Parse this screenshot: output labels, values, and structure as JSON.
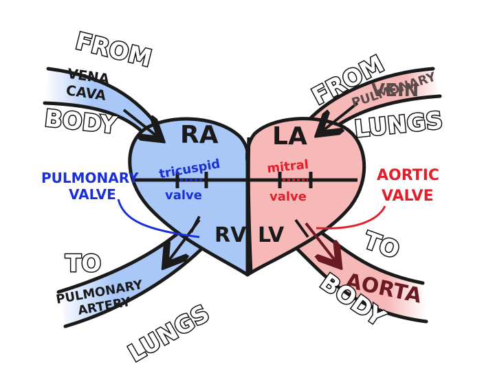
{
  "colors": {
    "right_side": "#a9c8f7",
    "left_side": "#f7b8b8",
    "outline": "#1a1a1a",
    "blue_ink": "#1a2fd6",
    "red_ink": "#e01f2a",
    "dark_arrow": "#2a2a2a",
    "aorta_arrow": "#6b1a22"
  },
  "labels": {
    "from_body_top": "FROM",
    "vena_cava_1": "VENA",
    "vena_cava_2": "CAVA",
    "from_body_bottom": "BODY",
    "from_lungs_top": "FROM",
    "pulmonary_vein_1": "PULMONARY",
    "pulmonary_vein_2": "VEIN",
    "from_lungs_bottom": "LUNGS",
    "ra": "RA",
    "la": "LA",
    "rv": "RV",
    "lv": "LV",
    "tricuspid": "tricuspid",
    "valve_right": "valve",
    "mitral": "mitral",
    "valve_left": "valve",
    "pulmonary_valve_1": "PULMONARY",
    "pulmonary_valve_2": "VALVE",
    "aortic_valve_1": "AORTIC",
    "aortic_valve_2": "VALVE",
    "to_lungs_top": "TO",
    "pulmonary_artery_1": "PULMONARY",
    "pulmonary_artery_2": "ARTERY",
    "to_lungs_bottom": "LUNGS",
    "to_body_top": "TO",
    "aorta": "AORTA",
    "to_body_bottom": "BODY"
  }
}
